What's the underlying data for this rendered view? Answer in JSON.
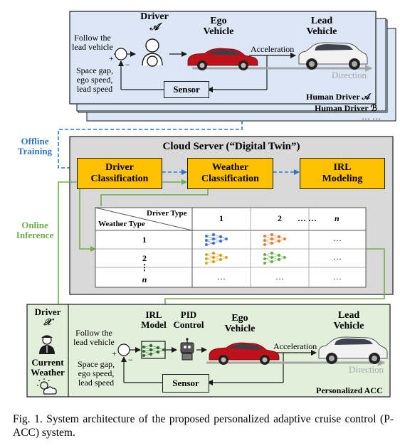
{
  "human_driver_panel": {
    "driver_title": "Driver",
    "driver_symbol": "𝒜",
    "ego_vehicle": [
      "Ego",
      "Vehicle"
    ],
    "lead_vehicle": [
      "Lead",
      "Vehicle"
    ],
    "follow_text": [
      "Follow the",
      "lead vehicle"
    ],
    "inputs_text": [
      "Space gap,",
      "ego speed,",
      "lead speed"
    ],
    "plus_sign": "+",
    "minus_sign": "−",
    "acceleration": "Acceleration",
    "direction": "Direction",
    "sensor": "Sensor",
    "stack_label_a": "Human Driver 𝒜",
    "stack_label_b": "Human Driver ℬ",
    "stack_ellipsis": "… …"
  },
  "side_labels": {
    "offline_training": [
      "Offline",
      "Training"
    ],
    "online_inference": [
      "Online",
      "Inference"
    ]
  },
  "cloud_server": {
    "title": "Cloud Server (“Digital Twin”)",
    "driver_classification": [
      "Driver",
      "Classification"
    ],
    "weather_classification": [
      "Weather",
      "Classification"
    ],
    "irl_modeling": [
      "IRL",
      "Modeling"
    ],
    "table": {
      "header_driver_type": "Driver Type",
      "header_weather_type": "Weather Type",
      "col_headers": [
        "1",
        "2",
        "…  …",
        "n"
      ],
      "row_headers": [
        "1",
        "2",
        "⋮",
        "n"
      ],
      "ellipsis": "…",
      "network_colors": [
        "#4472c4",
        "#ed7d31",
        "#d9a521",
        "#70ad47"
      ]
    }
  },
  "personalized_acc": {
    "driver_label": "Driver",
    "driver_symbol": "𝒳",
    "weather_label": [
      "Current",
      "Weather"
    ],
    "irl_model": [
      "IRL",
      "Model"
    ],
    "pid_control": [
      "PID",
      "Control"
    ],
    "ego_vehicle": [
      "Ego",
      "Vehicle"
    ],
    "lead_vehicle": [
      "Lead",
      "Vehicle"
    ],
    "follow_text": [
      "Follow the",
      "lead vehicle"
    ],
    "inputs_text": [
      "Space gap,",
      "ego speed,",
      "lead speed"
    ],
    "plus_sign": "+",
    "minus_sign": "−",
    "acceleration": "Acceleration",
    "direction": "Direction",
    "sensor": "Sensor",
    "footer_label": "Personalized ACC"
  },
  "caption": "Fig. 1.   System architecture of the proposed personalized adaptive cruise control (P-ACC) system.",
  "colors": {
    "human_panel_fill": "#dbe7f5",
    "cloud_fill": "#d9d9d9",
    "acc_fill": "#e2efda",
    "orange": "#ffc000",
    "dashed_blue": "#2e75c8",
    "green_line": "#70ad47",
    "car_red": "#c0101a",
    "direction_gray": "#a6a6a6"
  }
}
